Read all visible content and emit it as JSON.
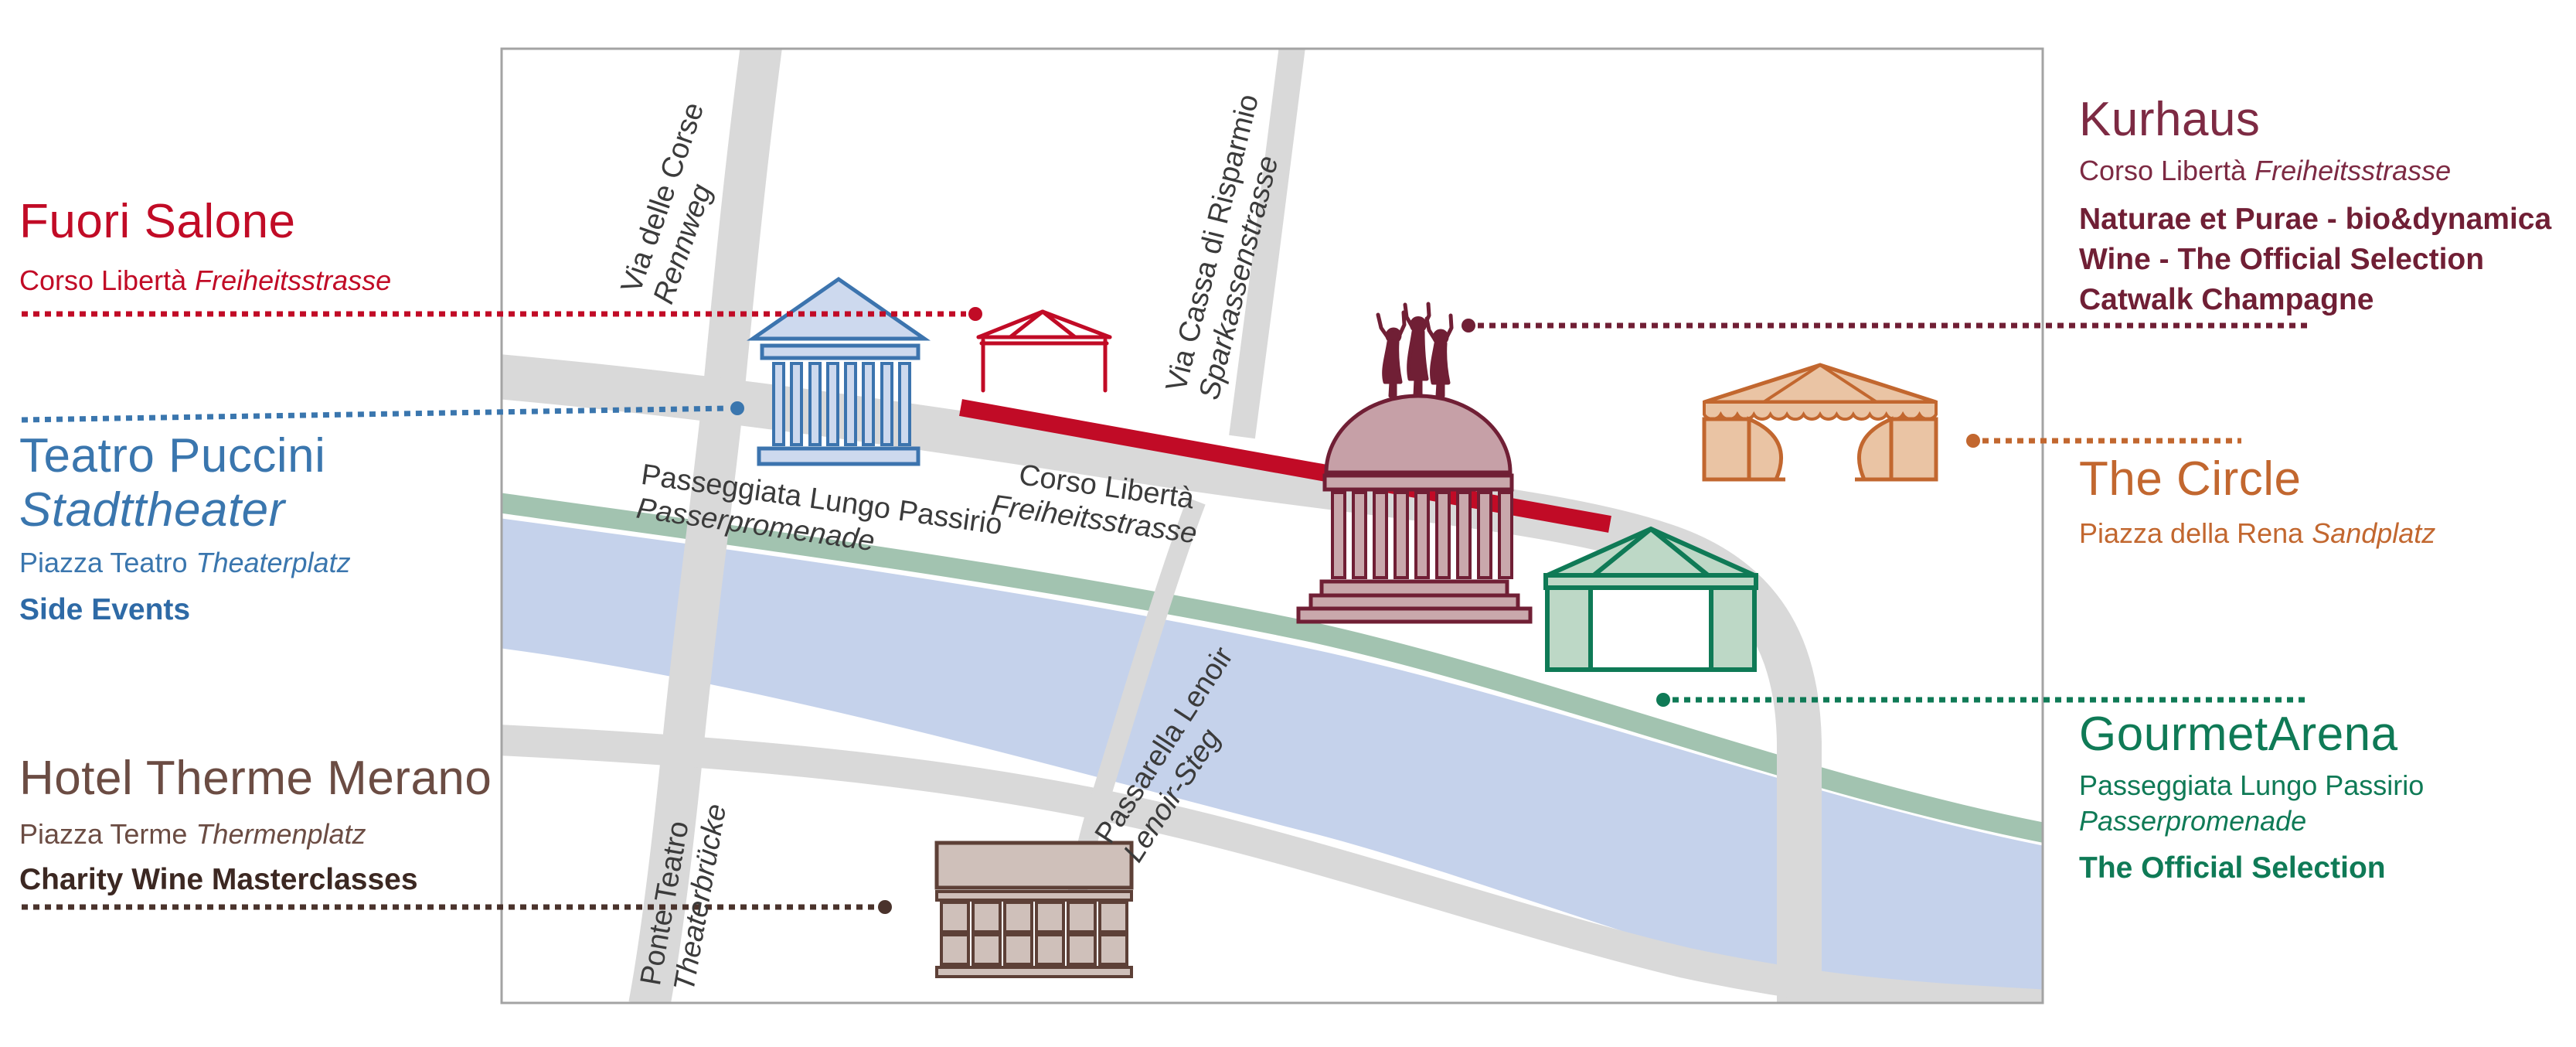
{
  "legend": {
    "fuori_salone": {
      "title": "Fuori Salone",
      "street_it": "Corso Libertà",
      "street_de": "Freiheitsstrasse"
    },
    "teatro": {
      "title": "Teatro Puccini",
      "title_de": "Stadttheater",
      "place_it": "Piazza Teatro",
      "place_de": "Theaterplatz",
      "event": "Side Events"
    },
    "hotel": {
      "title": "Hotel Therme Merano",
      "place_it": "Piazza Terme",
      "place_de": "Thermenplatz",
      "event": "Charity Wine Masterclasses"
    },
    "kurhaus": {
      "title": "Kurhaus",
      "street_it": "Corso Libertà",
      "street_de": "Freiheitsstrasse",
      "events": [
        "Naturae et Purae - bio&dynamica",
        "Wine - The Official Selection",
        "Catwalk Champagne"
      ]
    },
    "circle": {
      "title": "The Circle",
      "place_it": "Piazza della Rena",
      "place_de": "Sandplatz"
    },
    "gourmet": {
      "title": "GourmetArena",
      "place_it": "Passeggiata Lungo Passirio",
      "place_de": "Passerpromenade",
      "event": "The Official Selection"
    }
  },
  "map": {
    "streets": [
      {
        "it": "Via delle Corse",
        "de": "Rennweg"
      },
      {
        "it": "Via Cassa di Risparmio",
        "de": "Sparkassenstrasse"
      },
      {
        "it": "Passeggiata Lungo Passirio",
        "de": "Passerpromenade"
      },
      {
        "it": "Corso Libertà",
        "de": "Freiheitsstrasse"
      },
      {
        "it": "Ponte Teatro",
        "de": "Theaterbrücke"
      },
      {
        "it": "Passarella Lenoir",
        "de": "Lenoir-Steg"
      }
    ]
  },
  "colors": {
    "fuori_red": "#c10b26",
    "teatro_blue": "#3a76ae",
    "kurhaus_maroon": "#701f35",
    "circle_orange": "#c2672f",
    "gourmet_green": "#0f7a56",
    "hotel_brown": "#6b4c43",
    "street_gray": "#d9d9d9",
    "river_blue": "#c5d2eb",
    "promenade_green": "#a2c3b0",
    "street_label": "#3b3b3b"
  }
}
